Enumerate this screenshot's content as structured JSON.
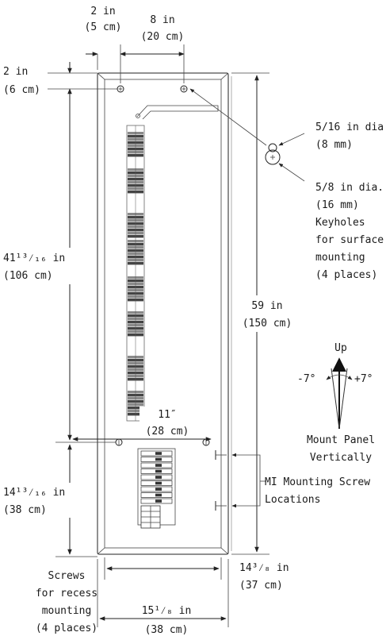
{
  "dimensions": {
    "top_spacing": {
      "imperial": "2 in",
      "metric": "(5 cm)"
    },
    "keyhole_spacing": {
      "imperial": "8 in",
      "metric": "(20 cm)"
    },
    "top_offset": {
      "imperial": "2 in",
      "metric": "(6 cm)"
    },
    "upper_height": {
      "imperial": "41¹³⁄₁₆ in",
      "metric": "(106 cm)"
    },
    "total_height": {
      "imperial": "59 in",
      "metric": "(150 cm)"
    },
    "screw_spacing": {
      "imperial": "11″",
      "metric": "(28 cm)"
    },
    "lower_height": {
      "imperial": "14¹³⁄₁₆ in",
      "metric": "(38 cm)"
    },
    "inner_width": {
      "imperial": "14³⁄₈ in",
      "metric": "(37 cm)"
    },
    "outer_width": {
      "imperial": "15¹⁄₈ in",
      "metric": "(38 cm)"
    }
  },
  "keyhole_detail": {
    "small_dia": "5/16 in dia.",
    "small_metric": "(8 mm)",
    "large_dia": "5/8 in dia.",
    "large_metric": "(16 mm)",
    "caption": [
      "Keyholes",
      "for surface",
      "mounting",
      "(4 places)"
    ]
  },
  "orientation": {
    "up": "Up",
    "minus_angle": "-7°",
    "plus_angle": "+7°",
    "caption": [
      "Mount Panel",
      "Vertically"
    ]
  },
  "mi_screws": {
    "caption": [
      "MI Mounting Screw",
      "Locations"
    ]
  },
  "recess_screws": {
    "caption": [
      "Screws",
      "for recess",
      "mounting",
      "(4 places)"
    ]
  }
}
